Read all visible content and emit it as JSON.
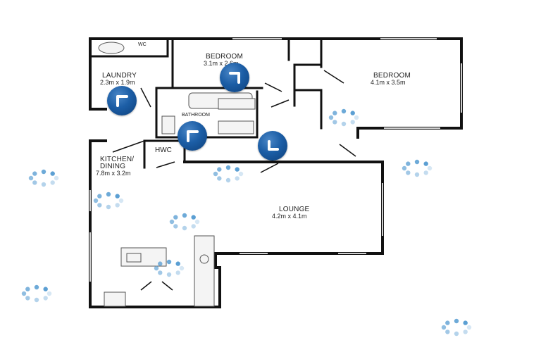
{
  "rooms": {
    "wc": {
      "name": "WC"
    },
    "bedroom2": {
      "name": "BEDROOM",
      "size": "3.1m x 2.6m"
    },
    "bedroom1": {
      "name": "BEDROOM",
      "size": "4.1m x 3.5m"
    },
    "laundry": {
      "name": "LAUNDRY",
      "size": "2.3m x 1.9m"
    },
    "bathroom": {
      "name": "BATHROOM"
    },
    "hwc": {
      "name": "HWC"
    },
    "kitchen": {
      "name_line1": "KITCHEN/",
      "name_line2": "DINING",
      "size": "7.8m x 3.2m"
    },
    "lounge": {
      "name": "LOUNGE",
      "size": "4.2m x 4.1m"
    }
  },
  "colors": {
    "walls": "#111111",
    "marker": "#1c5ea6",
    "spinner": "#5b9fd3"
  },
  "icons": {
    "marker": "camera-view-marker-icon",
    "loading": "loading-spinner-icon"
  }
}
